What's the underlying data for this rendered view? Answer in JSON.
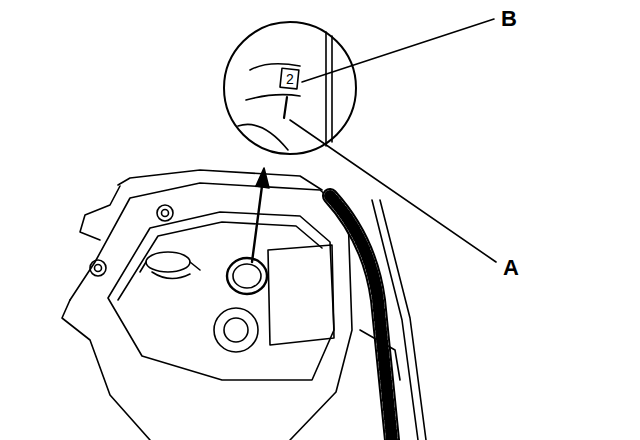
{
  "diagram": {
    "labels": [
      "B",
      "A",
      "2"
    ]
  }
}
